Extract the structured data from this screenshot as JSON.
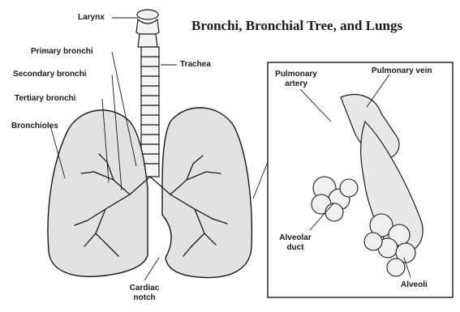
{
  "title": "Bronchi, Bronchial Tree, and Lungs",
  "labels": {
    "larynx": "Larynx",
    "primary_bronchi": "Primary bronchi",
    "secondary_bronchi": "Secondary bronchi",
    "tertiary_bronchi": "Tertiary bronchi",
    "bronchioles": "Bronchioles",
    "trachea": "Trachea",
    "cardiac_notch_line1": "Cardiac",
    "cardiac_notch_line2": "notch",
    "pulmonary_artery_line1": "Pulmonary",
    "pulmonary_artery_line2": "artery",
    "pulmonary_vein": "Pulmonary vein",
    "alveolar_duct_line1": "Alveolar",
    "alveolar_duct_line2": "duct",
    "alveoli": "Alveoli"
  },
  "colors": {
    "lung_fill": "#e2e2e2",
    "outline": "#1a1a1a",
    "background": "#ffffff"
  }
}
